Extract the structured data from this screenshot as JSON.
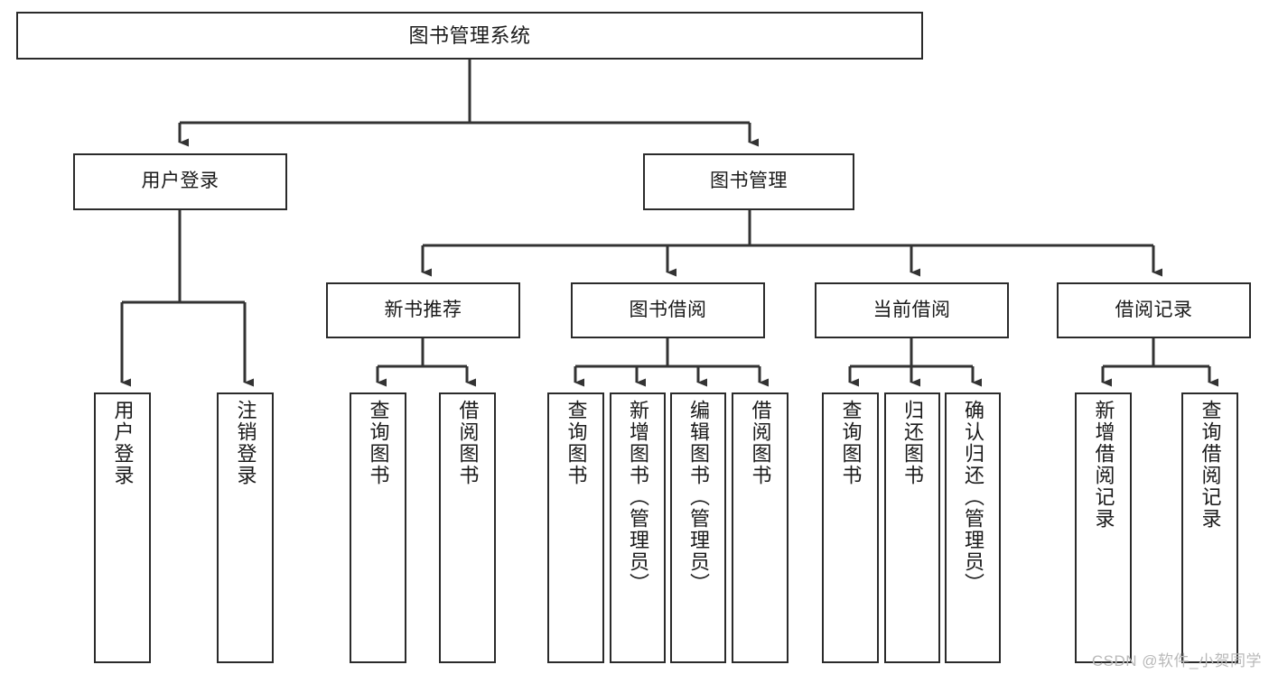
{
  "diagram": {
    "title": "图书管理系统",
    "type": "tree-hierarchy-diagram",
    "colors": {
      "box_border": "#2b2b2b",
      "box_fill": "#ffffff",
      "connector": "#333333",
      "text": "#1a1a1a",
      "watermark": "#b9b9b9",
      "background": "#ffffff"
    },
    "watermark": "CSDN @软件_小贺同学",
    "levels": {
      "root": {
        "label": "图书管理系统"
      },
      "level2": [
        {
          "label": "用户登录"
        },
        {
          "label": "图书管理"
        }
      ],
      "level3": [
        {
          "label": "新书推荐"
        },
        {
          "label": "图书借阅"
        },
        {
          "label": "当前借阅"
        },
        {
          "label": "借阅记录"
        }
      ],
      "leaves": [
        {
          "label": "用户登录",
          "parent": "用户登录"
        },
        {
          "label": "注销登录",
          "parent": "用户登录"
        },
        {
          "label": "查询图书",
          "parent": "新书推荐"
        },
        {
          "label": "借阅图书",
          "parent": "新书推荐"
        },
        {
          "label": "查询图书",
          "parent": "图书借阅"
        },
        {
          "label": "新增图书（管理员）",
          "parent": "图书借阅"
        },
        {
          "label": "编辑图书（管理员）",
          "parent": "图书借阅"
        },
        {
          "label": "借阅图书",
          "parent": "图书借阅"
        },
        {
          "label": "查询图书",
          "parent": "当前借阅"
        },
        {
          "label": "归还图书",
          "parent": "当前借阅"
        },
        {
          "label": "确认归还（管理员）",
          "parent": "当前借阅"
        },
        {
          "label": "新增借阅记录",
          "parent": "借阅记录"
        },
        {
          "label": "查询借阅记录",
          "parent": "借阅记录"
        }
      ]
    }
  }
}
